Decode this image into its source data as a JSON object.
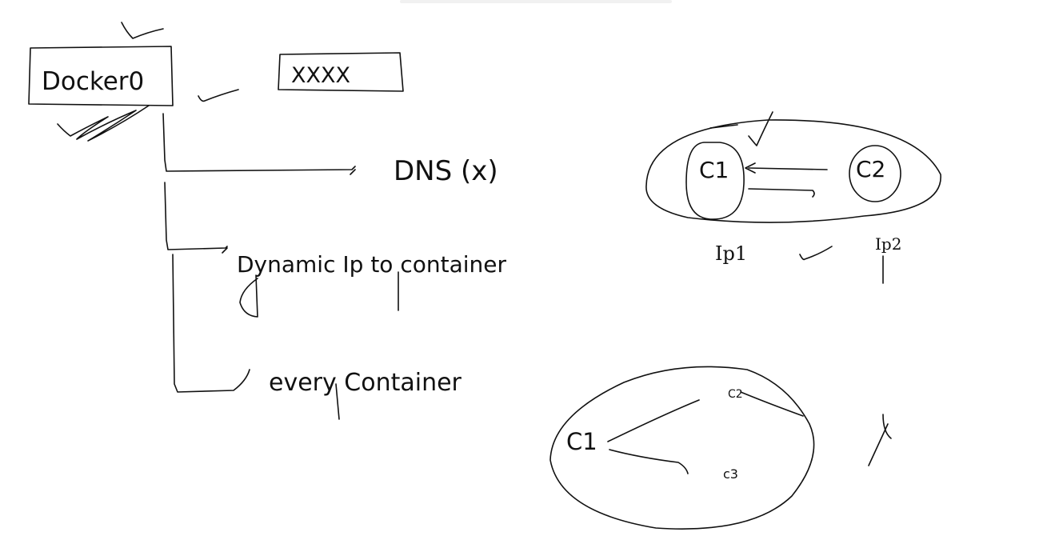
{
  "labels": {
    "docker0": "Docker0",
    "placeholder_box": "XXXX",
    "dns": "DNS (x)",
    "dynamic_ip": "Dynamic Ip to container",
    "every_container": "every Container",
    "c1_top": "C1",
    "c2_top": "C2",
    "ip1": "Ip1",
    "ip2": "Ip2",
    "c1_bottom": "C1",
    "c2_bottom": "C2",
    "c3_bottom": "c3"
  }
}
